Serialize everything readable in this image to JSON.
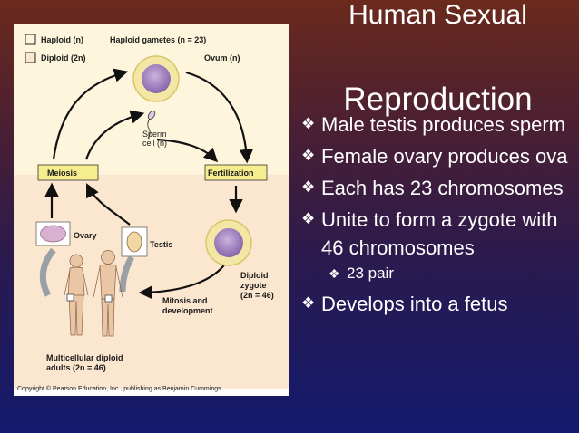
{
  "title": {
    "line1": "Human Sexual",
    "line2": "Reproduction"
  },
  "bullets": [
    {
      "text": "Male testis produces sperm"
    },
    {
      "text": "Female ovary produces ova"
    },
    {
      "text": "Each has 23 chromosomes"
    },
    {
      "text": "Unite to form a zygote with 46 chromosomes"
    },
    {
      "text": "23 pair",
      "sub": true
    },
    {
      "text": "Develops into a fetus"
    }
  ],
  "figure": {
    "legend": {
      "haploid": "Haploid (n)",
      "diploid": "Diploid (2n)"
    },
    "haploid_gametes": "Haploid gametes (n = 23)",
    "ovum": "Ovum (n)",
    "sperm": [
      "Sperm",
      "cell (n)"
    ],
    "meiosis": "Meiosis",
    "fertilization": "Fertilization",
    "ovary": "Ovary",
    "testis": "Testis",
    "zygote": [
      "Diploid",
      "zygote",
      "(2n = 46)"
    ],
    "mitosis": [
      "Mitosis and",
      "development"
    ],
    "adults": [
      "Multicellular diploid",
      "adults (2n = 46)"
    ],
    "copyright": "Copyright © Pearson Education, Inc., publishing as Benjamin Cummings.",
    "colors": {
      "haploid_bg": "#fdf6dc",
      "diploid_bg": "#fbe6cf",
      "label_box": "#f6ee8e",
      "cell": "#9a74b8"
    }
  }
}
